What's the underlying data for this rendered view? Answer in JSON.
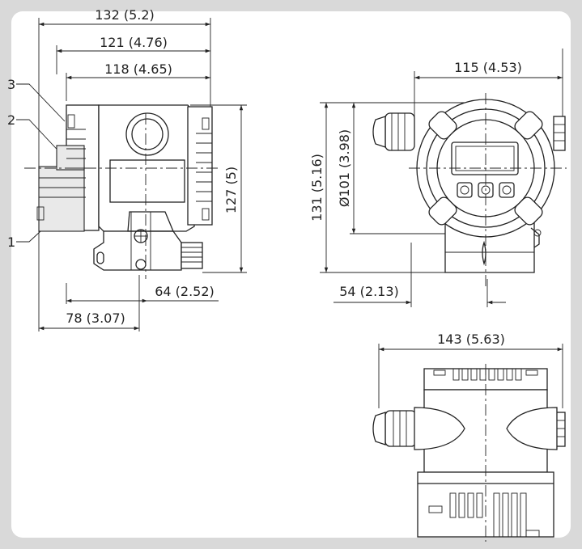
{
  "side_view": {
    "dims": {
      "d132": "132 (5.2)",
      "d121": "121 (4.76)",
      "d118": "118 (4.65)",
      "d127": "127 (5)",
      "d64": "64 (2.52)",
      "d78": "78 (3.07)"
    },
    "callouts": [
      "3",
      "2",
      "1"
    ]
  },
  "front_view": {
    "dims": {
      "d115": "115 (4.53)",
      "d131": "131 (5.16)",
      "d101": "Ø101 (3.98)",
      "d54": "54 (2.13)"
    }
  },
  "top_view": {
    "dims": {
      "d143": "143 (5.63)"
    }
  }
}
